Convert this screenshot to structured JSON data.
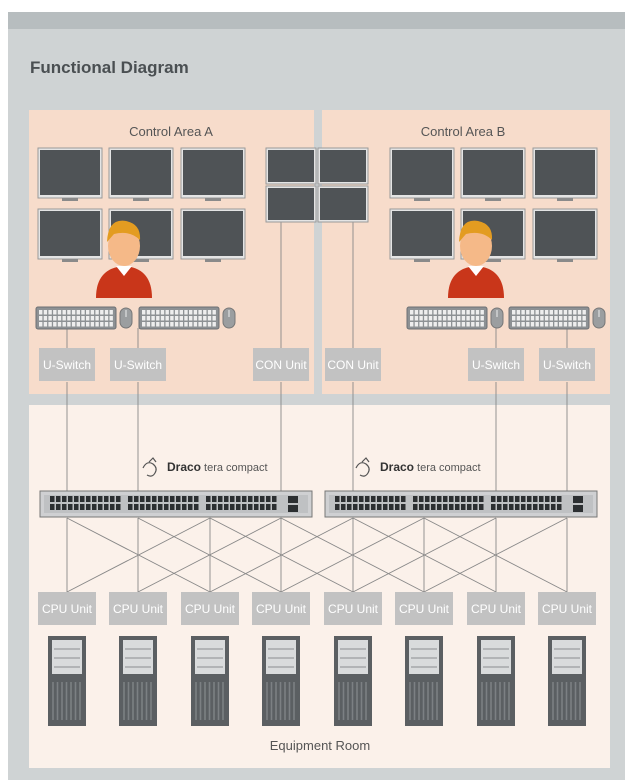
{
  "header": {
    "title": "Functional Diagram"
  },
  "areas": {
    "control_a": "Control Area A",
    "control_b": "Control Area B",
    "equipment": "Equipment Room"
  },
  "units": {
    "u_switch": "U-Switch",
    "con_unit": "CON Unit",
    "cpu_unit": "CPU Unit"
  },
  "switch_brand": {
    "bold": "Draco",
    "light": "tera compact"
  },
  "colors": {
    "control_bg": "#f7dccb",
    "equipment_bg": "#fbf1ea",
    "unit_box": "#c2c2c2",
    "unit_text": "#ffffff",
    "monitor": "#4f5356",
    "person_body": "#c9361a",
    "person_face": "#f5b988"
  }
}
